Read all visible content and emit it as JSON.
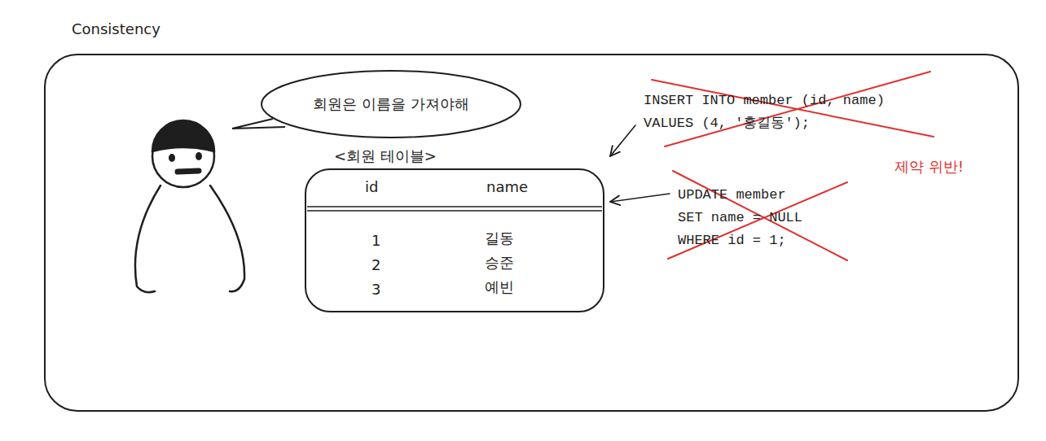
{
  "diagram": {
    "title": "Consistency",
    "nodes": [
      {
        "text": [
          "회원은 이름을 가져야해"
        ]
      },
      {
        "text": [
          "<회원 테이블>"
        ]
      },
      {
        "text": [
          "INSERT INTO member (id, name) VALUES (4, '홍길동');"
        ]
      },
      {
        "text": [
          "UPDATE member SET name = NULL WHERE id = 1;"
        ]
      }
    ],
    "edges": [
      {
        "from": 2,
        "to": 1,
        "arrow": "to"
      },
      {
        "from": 3,
        "to": 1,
        "arrow": "to"
      }
    ],
    "labels": [
      "id",
      "name",
      "1",
      "길동",
      "2",
      "승준",
      "3",
      "예빈",
      "제약 위반!"
    ]
  }
}
